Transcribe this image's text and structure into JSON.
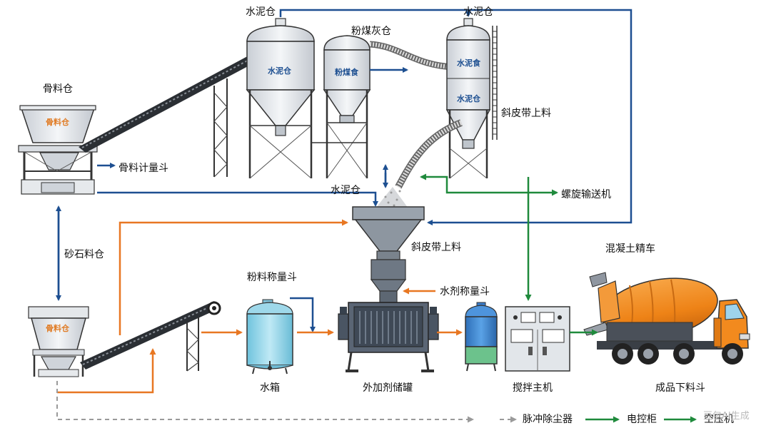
{
  "labels": {
    "cement_silo_top": "水泥仓",
    "cement_silo_top_right": "水泥仓",
    "flyash_silo_top": "粉煤灰仓",
    "aggregate_bin_title": "骨料仓",
    "aggregate_measure": "骨料计量斗",
    "cement_mid": "水泥仓",
    "incline_belt_right": "斜皮带上料",
    "screw_conveyor": "螺旋输送机",
    "gravel_bin": "砂石料仓",
    "incline_belt_center": "斜皮带上料",
    "powder_scale": "粉料称量斗",
    "water_agent_scale": "水剂称量斗",
    "mixer_truck": "混凝土精车",
    "water_tank": "水箱",
    "admixture_tank": "外加剂储罐",
    "mixer_main": "搅拌主机",
    "product_hopper": "成品下料斗"
  },
  "tags": {
    "bin_top": "骨料仓",
    "silo1": "水泥仓",
    "silo2": "粉煤食",
    "silo3_top": "水泥食",
    "silo3_bottom": "水泥仓",
    "bin_bottom": "骨料仓"
  },
  "legend": {
    "dust_collector": "脉冲除尘器",
    "control_cabinet": "电控柜",
    "air_compressor": "空压机"
  },
  "watermark": "豆包AI生成",
  "colors": {
    "blue": "#1d4f91",
    "orange": "#e87722",
    "green": "#1f8a3c",
    "gray_dash": "#9a9a9a",
    "truck_drum": "#f28a1e",
    "truck_cab": "#f28a1e",
    "tank_cyan": "#8fd3e8",
    "tank_blue": "#3a86d4",
    "steel": "#dfe3e8"
  }
}
